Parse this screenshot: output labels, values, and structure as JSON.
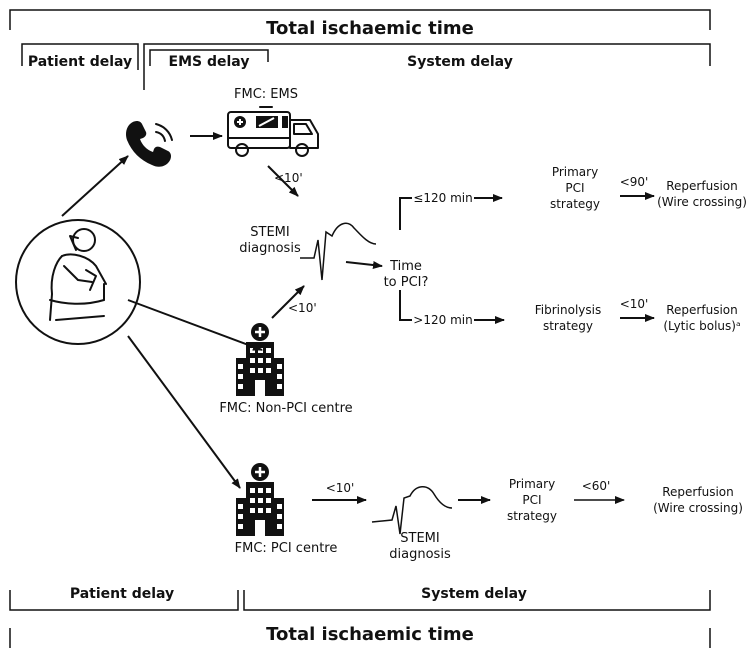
{
  "top_bar": {
    "total_ischaemic_time": "Total ischaemic time",
    "patient_delay": "Patient delay",
    "ems_delay": "EMS delay",
    "system_delay": "System delay"
  },
  "ems_branch": {
    "fmc_ems": "FMC: EMS",
    "time_to_diagnosis": "<10'"
  },
  "diagnosis_center": {
    "stemi": "STEMI",
    "diagnosis": "diagnosis"
  },
  "time_question": {
    "line1": "Time",
    "line2": "to PCI?"
  },
  "upper_path": {
    "interval": "≤120 min",
    "strategy_line1": "Primary",
    "strategy_line2": "PCI",
    "strategy_line3": "strategy",
    "time_to_reperfusion": "<90'",
    "outcome_line1": "Reperfusion",
    "outcome_line2": "(Wire crossing)"
  },
  "lower_path": {
    "interval": ">120 min",
    "strategy_line1": "Fibrinolysis",
    "strategy_line2": "strategy",
    "time_to_reperfusion": "<10'",
    "outcome_line1": "Reperfusion",
    "outcome_line2": "(Lytic bolus)ᵃ"
  },
  "non_pci_branch": {
    "time_to_diagnosis": "<10'",
    "label": "FMC: Non-PCI centre"
  },
  "pci_centre_branch": {
    "label": "FMC: PCI centre",
    "time_to_diagnosis": "<10'",
    "stemi": "STEMI",
    "diagnosis": "diagnosis",
    "strategy_line1": "Primary",
    "strategy_line2": "PCI",
    "strategy_line3": "strategy",
    "time_to_reperfusion": "<60'",
    "outcome_line1": "Reperfusion",
    "outcome_line2": "(Wire crossing)"
  },
  "bottom_bar": {
    "patient_delay": "Patient delay",
    "system_delay": "System delay",
    "total_ischaemic_time": "Total ischaemic time"
  },
  "icons": [
    "phone-icon",
    "ambulance-icon",
    "patient-icon",
    "hospital-icon",
    "ecg-icon"
  ]
}
